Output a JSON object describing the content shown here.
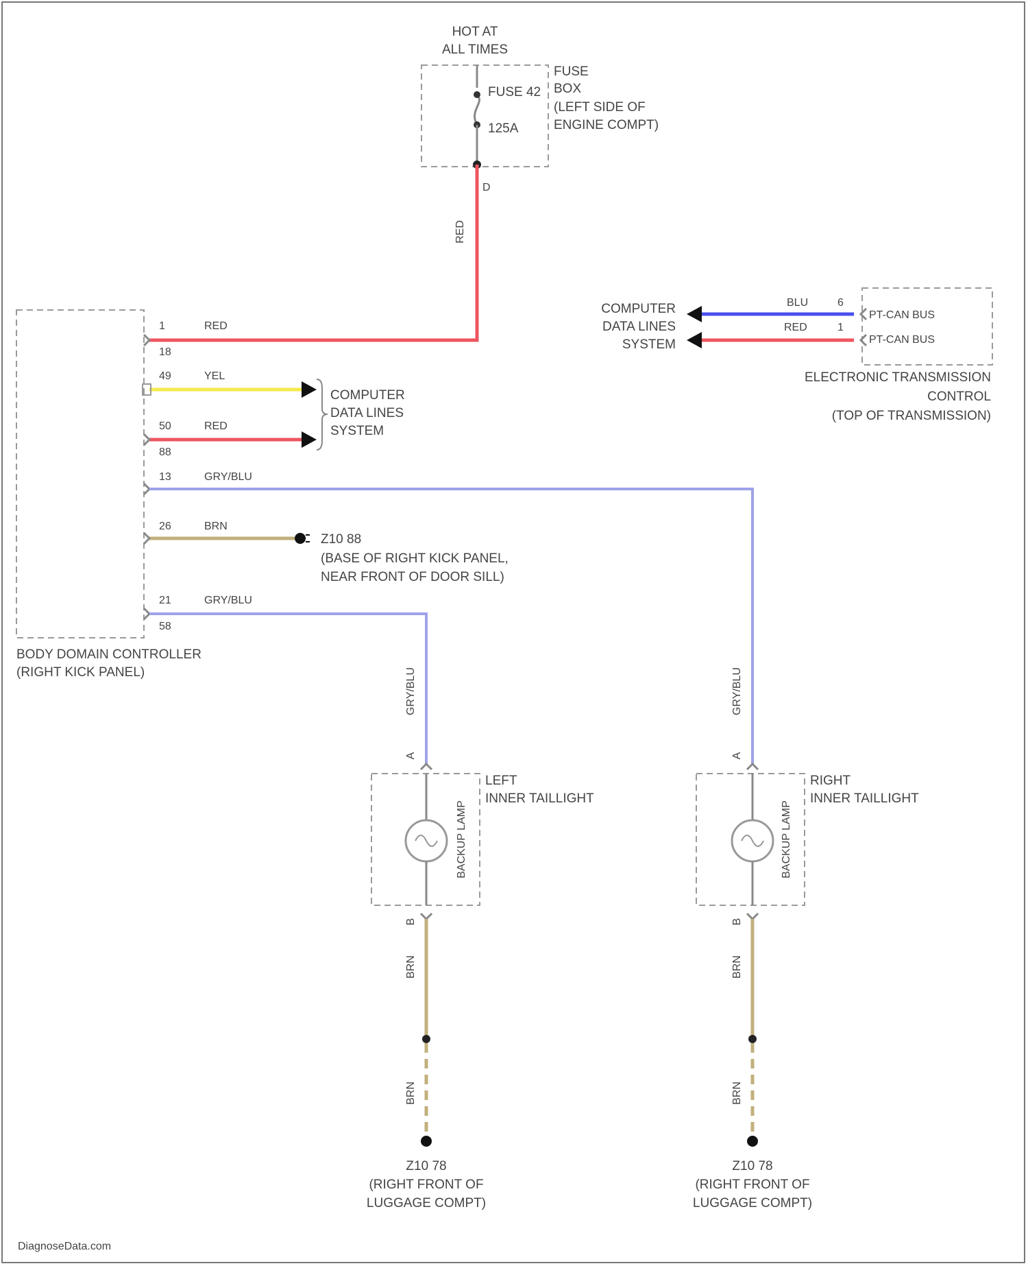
{
  "fuse": {
    "hot_line1": "HOT AT",
    "hot_line2": "ALL TIMES",
    "box_line1": "FUSE",
    "box_line2": "BOX",
    "box_line3": "(LEFT SIDE OF",
    "box_line4": "ENGINE COMPT)",
    "fuse_name": "FUSE 42",
    "rating": "125A",
    "pin": "D",
    "wire": "RED"
  },
  "bdc": {
    "name": "BODY DOMAIN CONTROLLER",
    "location": "(RIGHT KICK PANEL)",
    "pins": [
      {
        "pin": "1",
        "sub": "18",
        "wire": "RED"
      },
      {
        "pin": "49",
        "sub": "",
        "wire": "YEL"
      },
      {
        "pin": "50",
        "sub": "88",
        "wire": "RED"
      },
      {
        "pin": "13",
        "sub": "",
        "wire": "GRY/BLU"
      },
      {
        "pin": "26",
        "sub": "",
        "wire": "BRN"
      },
      {
        "pin": "21",
        "sub": "58",
        "wire": "GRY/BLU"
      }
    ]
  },
  "cdl1": {
    "line1": "COMPUTER",
    "line2": "DATA LINES",
    "line3": "SYSTEM"
  },
  "ground_z1088": {
    "name": "Z10 88",
    "line1": "(BASE OF RIGHT KICK PANEL,",
    "line2": "NEAR FRONT OF DOOR SILL)"
  },
  "etc": {
    "cdl_line1": "COMPUTER",
    "cdl_line2": "DATA LINES",
    "cdl_line3": "SYSTEM",
    "wire1": "BLU",
    "pin1": "6",
    "wire2": "RED",
    "pin2": "1",
    "bus1": "PT-CAN BUS",
    "bus2": "PT-CAN BUS",
    "name_line1": "ELECTRONIC TRANSMISSION",
    "name_line2": "CONTROL",
    "name_line3": "(TOP OF TRANSMISSION)"
  },
  "left_tail": {
    "wire_top": "GRY/BLU",
    "pin_top": "A",
    "name_line1": "LEFT",
    "name_line2": "INNER TAILLIGHT",
    "lamp_label": "BACKUP LAMP",
    "pin_bottom": "B",
    "wire_mid": "BRN",
    "wire_low": "BRN",
    "ground_name": "Z10 78",
    "ground_line1": "(RIGHT FRONT OF",
    "ground_line2": "LUGGAGE COMPT)"
  },
  "right_tail": {
    "wire_top": "GRY/BLU",
    "pin_top": "A",
    "name_line1": "RIGHT",
    "name_line2": "INNER TAILLIGHT",
    "lamp_label": "BACKUP LAMP",
    "pin_bottom": "B",
    "wire_mid": "BRN",
    "wire_low": "BRN",
    "ground_name": "Z10 78",
    "ground_line1": "(RIGHT FRONT OF",
    "ground_line2": "LUGGAGE COMPT)"
  },
  "watermark": "DiagnoseData.com",
  "colors": {
    "red": "#ee5560",
    "yellow": "#f4ea4c",
    "blue": "#4a4fee",
    "grayblue": "#9ea2e8",
    "brown": "#c2b07c"
  }
}
